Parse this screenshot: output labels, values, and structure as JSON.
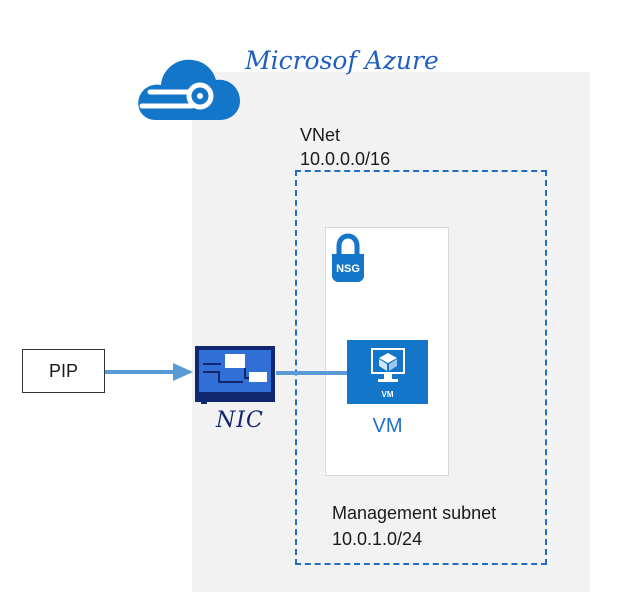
{
  "brand": {
    "title": "Microsof Azure"
  },
  "vnet": {
    "title": "VNet",
    "cidr": "10.0.0.0/16"
  },
  "subnet": {
    "title": "Management subnet",
    "cidr": "10.0.1.0/24"
  },
  "nsg": {
    "label": "NSG"
  },
  "vm": {
    "tile_label": "VM",
    "label": "VM"
  },
  "nic": {
    "label": "NIC"
  },
  "pip": {
    "label": "PIP"
  },
  "colors": {
    "azure_blue": "#1476c8",
    "title_blue": "#1f5fbf",
    "nic_navy": "#10266e",
    "connector": "#5b9bd5",
    "region_grey": "#f2f2f2"
  }
}
